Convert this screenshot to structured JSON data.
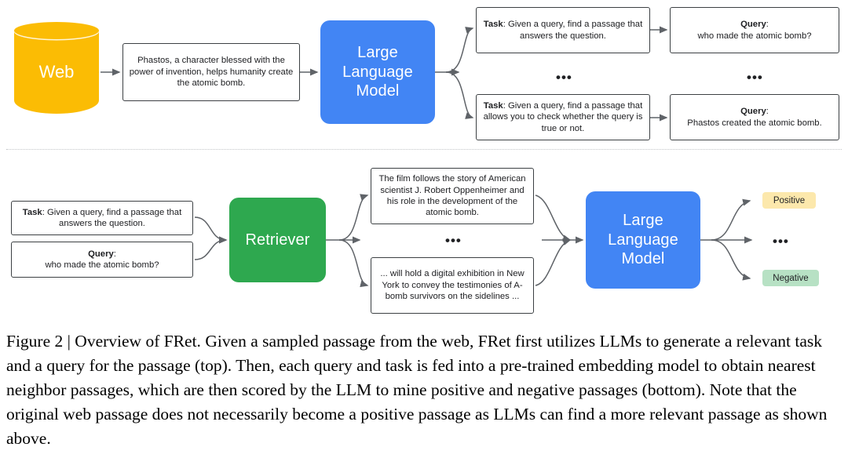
{
  "figure": {
    "top_row": {
      "source": {
        "label": "Web",
        "color": "#fbbc04",
        "icon": "database-cylinder-icon"
      },
      "passage": "Phastos, a character blessed with the power of invention, helps humanity create the atomic bomb.",
      "model": {
        "label": "Large\nLanguage\nModel",
        "line1": "Large",
        "line2": "Language",
        "line3": "Model",
        "color": "#4285f4"
      },
      "tasks": [
        {
          "label": "Task",
          "sep": ": ",
          "text": "Given a query, find a passage that answers the question."
        },
        {
          "label": "Task",
          "sep": ": ",
          "text": "Given a query, find a passage that allows you to check whether the query is true or not."
        }
      ],
      "tasks_ellipsis": "•••",
      "queries": [
        {
          "label": "Query",
          "sep": ":",
          "text": "who made the atomic bomb?"
        },
        {
          "label": "Query",
          "sep": ":",
          "text": "Phastos created the atomic bomb."
        }
      ],
      "queries_ellipsis": "•••"
    },
    "bottom_row": {
      "inputs": [
        {
          "label": "Task",
          "sep": ": ",
          "text": "Given a query, find a passage that answers the question."
        },
        {
          "label": "Query",
          "sep": ":",
          "text": "who made the atomic bomb?"
        }
      ],
      "retriever": {
        "label": "Retriever",
        "color": "#2ea84f"
      },
      "passages": [
        "The film follows the story of American scientist J. Robert Oppenheimer and his role in the development of the atomic bomb.",
        "... will hold a digital exhibition in New York to convey the testimonies of A-bomb survivors on the sidelines ..."
      ],
      "passages_ellipsis": "•••",
      "model": {
        "line1": "Large",
        "line2": "Language",
        "line3": "Model",
        "color": "#4285f4"
      },
      "outputs": [
        {
          "label": "Positive",
          "color": "#fce8ac"
        },
        {
          "label": "Negative",
          "color": "#b7e1c4"
        }
      ],
      "outputs_ellipsis": "•••"
    }
  },
  "caption": {
    "lead": "Figure 2 | Overview of FRet.",
    "body": " Given a sampled passage from the web, FRet first utilizes LLMs to generate a relevant task and a query for the passage (top). Then, each query and task is fed into a pre-trained embedding model to obtain nearest neighbor passages, which are then scored by the LLM to mine positive and negative passages (bottom). Note that the original web passage does not necessarily become a positive passage as LLMs can find a more relevant passage as shown above."
  }
}
